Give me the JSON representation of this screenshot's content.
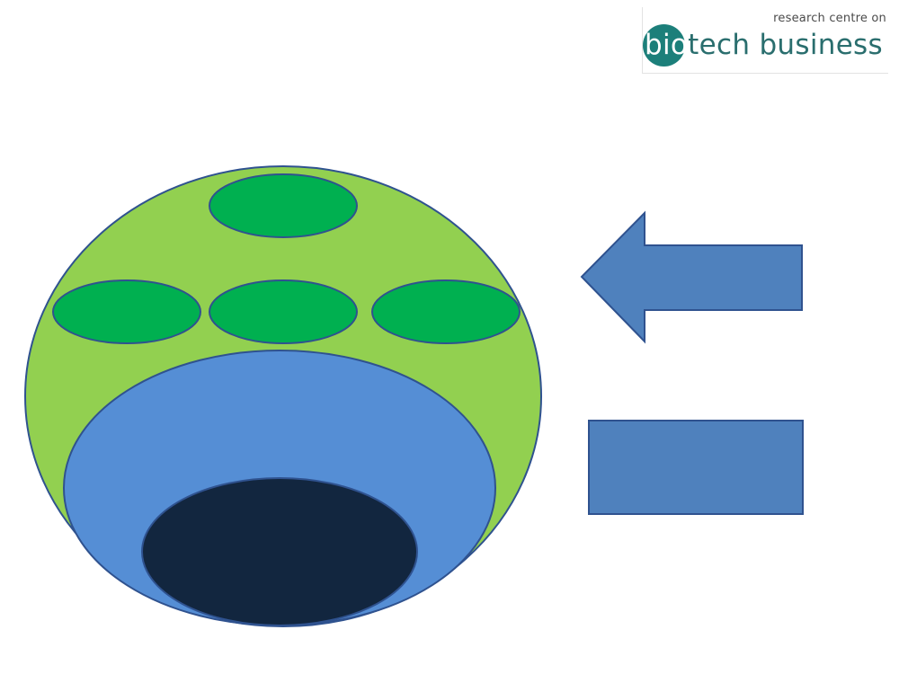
{
  "logo": {
    "tagline": "research centre on",
    "word_bio": "bio",
    "word_tech": "tech",
    "word_business": "business",
    "bubble_color": "#1c7f7a",
    "text_color": "#2a6e6e"
  },
  "diagram": {
    "colors": {
      "outer_circle": "#92d050",
      "small_ovals": "#00b050",
      "middle_ellipse": "#558ed5",
      "inner_ellipse": "#12263f",
      "outline": "#2f528f",
      "arrow": "#4f81bd",
      "box": "#4f81bd"
    }
  }
}
